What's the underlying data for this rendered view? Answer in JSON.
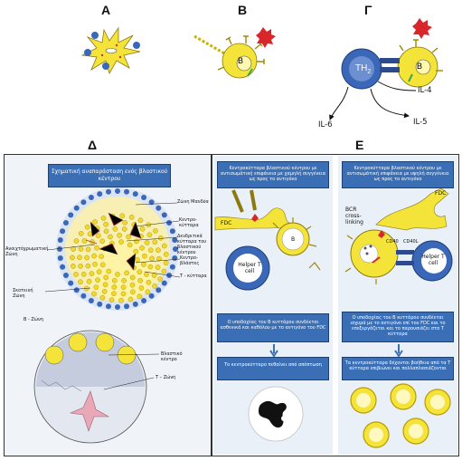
{
  "panels": {
    "A": "Α",
    "B": "Β",
    "G": "Γ",
    "D": "Δ",
    "E": "Ε"
  },
  "top_diagram": {
    "b_cell_label": "B",
    "th_label": "TH",
    "th_sub": "2",
    "b_cell_label_2": "B",
    "il4": "IL-4",
    "il5": "IL-5",
    "il6": "IL-6"
  },
  "germinal_center": {
    "title": "Σχηματική αναπαράσταση ενός βλαστικού κέντρου",
    "labels": {
      "mantle_zone": "Ζώνη Μανδύα",
      "centrocytes": "Κεντρο-κύτταρα",
      "fdc": "Δενδριτικά κύτταρα του βλαστικού κέντρου",
      "centroblasts": "Κεντρο-βλάστες",
      "t_cells": "T - κύτταρα",
      "light_zone": "Ανοιχτόχρωματική Ζώνη",
      "dark_zone": "Σκοτεινή Ζώνη",
      "b_zone": "B - Ζώνη",
      "germinal_center": "Βλαστικό κέντρο",
      "t_zone": "Τ – Ζώνη"
    }
  },
  "low_affinity": {
    "header": "Κεντροκύτταρα βλαστικού κέντρου με αντισωμάτική επιφάνεια με χαμηλή συγγένεια ως προς το αντιγόνο",
    "fdc": "FDC",
    "b": "B",
    "helper": "Helper T cell",
    "message": "Ο υποδοχέας του Β κυττάρου συνδέεται ασθενικά και καθόλου με το αντιγόνο του FDC",
    "result": "Το κεντροκύτταρο πεθαίνει από απόπτωση"
  },
  "high_affinity": {
    "header": "Κεντροκύτταρα βλαστικού κέντρου με αντισωμάτική επιφάνεια με υψηλή συγγένεια ως προς το αντιγόνο",
    "fdc": "FDC",
    "bcr": "BCR cross-linking",
    "cd40": "CD40",
    "cd40l": "CD40L",
    "helper": "Helper T cell",
    "message": "Ο υποδοχέας του Β κυττάρου συνδέεται ισχυρά με το αντιγόνο επί του FDC και το επεξεργάζεται και το παρουσιάζει στα Τ κύτταρα",
    "result": "Τα κεντροκύτταρα δέχονται βοήθεια από τα Τ κύτταρα επιβιώνει και πολλαπλασιάζονται"
  },
  "colors": {
    "yellow": "#f4e43a",
    "blue": "#3b67b8",
    "dark_blue": "#2c4a8c",
    "red": "#d8262b",
    "box_blue": "#3a6fb5",
    "panel_bg": "#e9f0f8"
  }
}
